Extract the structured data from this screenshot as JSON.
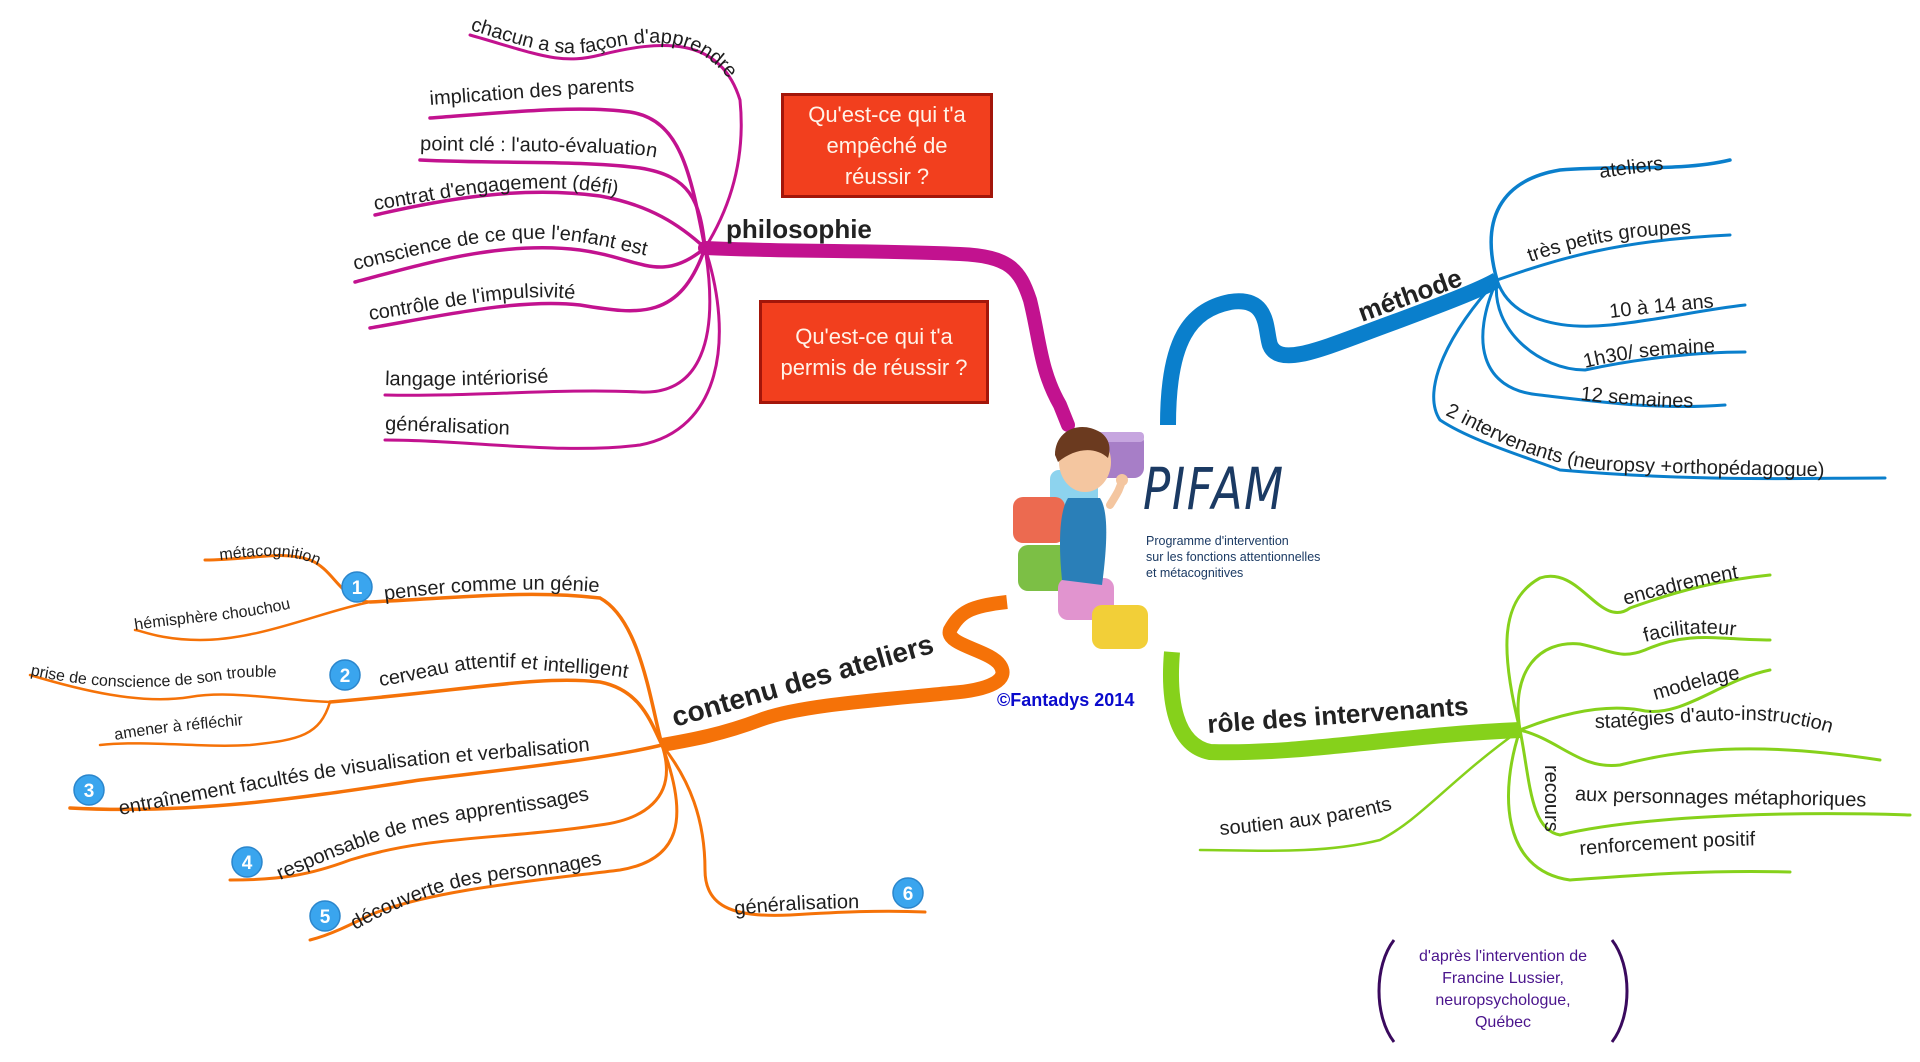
{
  "center": {
    "title": "PIFAM",
    "subtitle_lines": [
      "Programme d'intervention",
      "sur les fonctions attentionnelles",
      "et métacognitives"
    ],
    "image": "boy-with-blocks-illustration"
  },
  "copyright": "©Fantadys 2014",
  "credit_lines": [
    "d'après l'intervention de",
    "Francine Lussier,",
    "neuropsychologue,",
    "Québec"
  ],
  "questions": [
    "Qu'est-ce qui t'a empêché de réussir ?",
    "Qu'est-ce qui t'a permis de réussir ?"
  ],
  "colors": {
    "philosophie": "#c2128f",
    "methode": "#0a7fcc",
    "contenu": "#f57208",
    "role": "#86d11b",
    "question_box": "#f23f1e",
    "badge": "#3aa5ee"
  },
  "branches": {
    "philosophie": {
      "label": "philosophie",
      "items": [
        "chacun a sa façon d'apprendre",
        "implication des parents",
        "point clé : l'auto-évaluation",
        "contrat d'engagement (défi)",
        "conscience de ce que l'enfant est",
        "contrôle de l'impulsivité",
        "langage intériorisé",
        "généralisation"
      ]
    },
    "methode": {
      "label": "méthode",
      "items": [
        "ateliers",
        "très petits groupes",
        "10 à 14 ans",
        "1h30/ semaine",
        "12 semaines",
        "2 intervenants (neuropsy +orthopédagogue)"
      ]
    },
    "contenu": {
      "label": "contenu des ateliers",
      "items": [
        {
          "num": "1",
          "label": "penser comme un génie",
          "children": [
            "métacognition",
            "hémisphère chouchou"
          ]
        },
        {
          "num": "2",
          "label": "cerveau attentif et intelligent",
          "children": [
            "prise de conscience de son trouble",
            "amener à réfléchir"
          ]
        },
        {
          "num": "3",
          "label": "entraînement facultés de visualisation et verbalisation",
          "children": []
        },
        {
          "num": "4",
          "label": "responsable de mes apprentissages",
          "children": []
        },
        {
          "num": "5",
          "label": "découverte des personnages",
          "children": []
        },
        {
          "num": "6",
          "label": "généralisation",
          "children": []
        }
      ]
    },
    "role": {
      "label": "rôle des intervenants",
      "items": [
        "encadrement",
        "facilitateur",
        "modelage",
        "statégies d'auto-instruction",
        "aux personnages métaphoriques",
        "renforcement positif",
        "soutien aux parents"
      ],
      "recours_label": "recours"
    }
  }
}
